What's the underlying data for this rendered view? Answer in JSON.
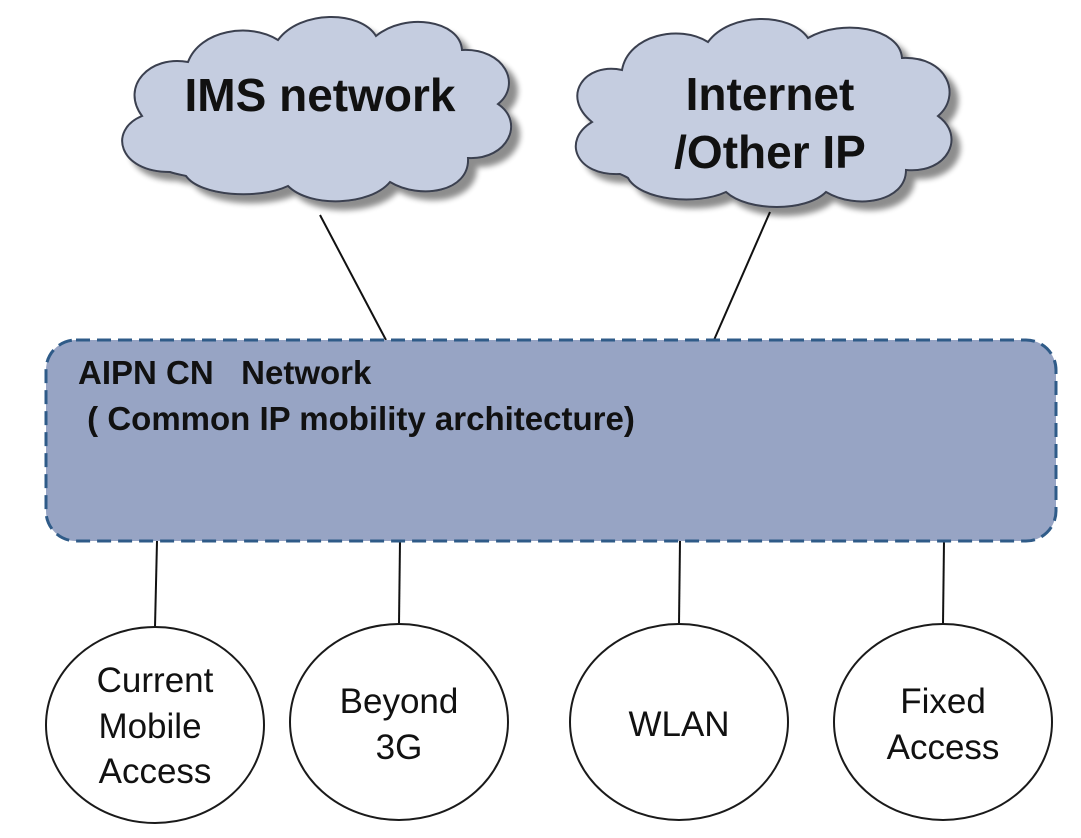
{
  "clouds": [
    {
      "id": "ims",
      "lines": [
        "IMS network"
      ]
    },
    {
      "id": "internet",
      "lines": [
        "Internet",
        "/Other IP"
      ]
    }
  ],
  "core": {
    "title": "AIPN CN   Network",
    "subtitle": " ( Common IP mobility architecture)"
  },
  "access_networks": [
    {
      "id": "current-mobile",
      "lines": [
        "Current",
        "Mobile",
        "Access"
      ]
    },
    {
      "id": "beyond-3g",
      "lines": [
        "Beyond",
        "3G"
      ]
    },
    {
      "id": "wlan",
      "lines": [
        "WLAN"
      ]
    },
    {
      "id": "fixed",
      "lines": [
        "Fixed",
        "Access"
      ]
    }
  ],
  "colors": {
    "cloud_fill": "#c5cde0",
    "cloud_stroke": "#3a3f4f",
    "core_fill": "#97a4c4",
    "core_border": "#2f5b88",
    "line": "#111111",
    "circle_stroke": "#1a1a1a"
  }
}
